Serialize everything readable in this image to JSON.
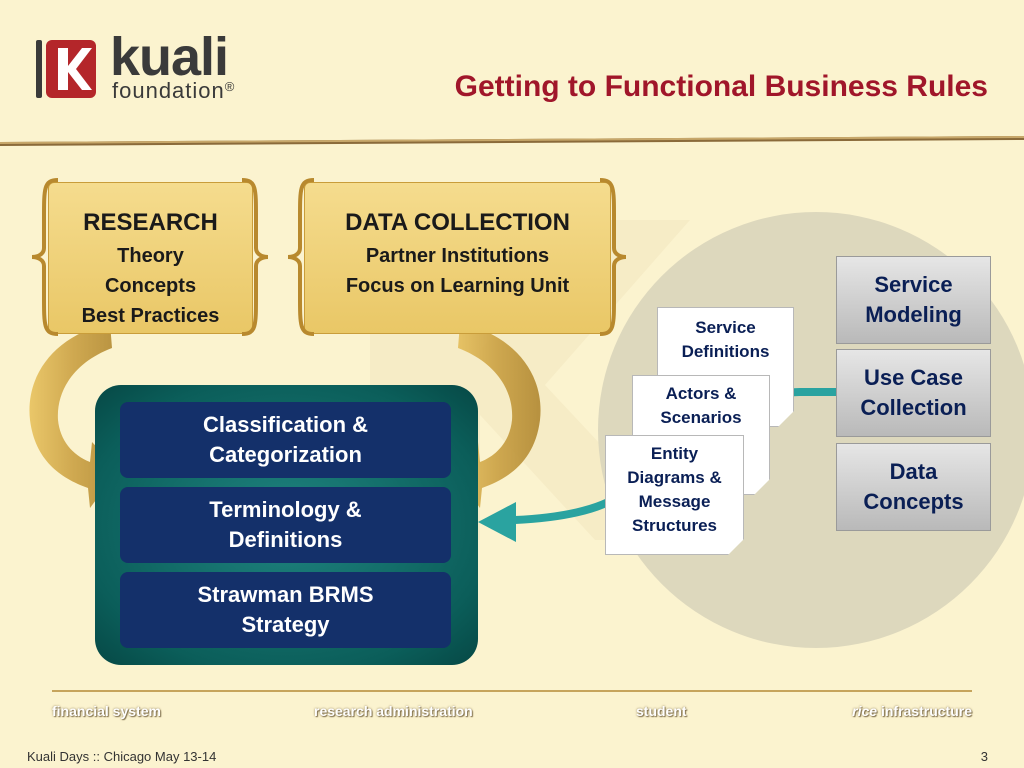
{
  "header": {
    "logo_word": "kuali",
    "logo_sub": "foundation",
    "registered": "®",
    "title": "Getting to Functional Business Rules"
  },
  "research": {
    "heading": "RESEARCH",
    "lines": [
      "Theory",
      "Concepts",
      "Best Practices"
    ]
  },
  "data_collection": {
    "heading": "DATA COLLECTION",
    "lines": [
      "Partner Institutions",
      "Focus on Learning Unit"
    ]
  },
  "process_steps": [
    {
      "label": "Classification & Categorization"
    },
    {
      "label": "Terminology & Definitions"
    },
    {
      "label": "Strawman BRMS Strategy"
    }
  ],
  "documents": [
    {
      "label": "Service Definitions"
    },
    {
      "label": "Actors & Scenarios"
    },
    {
      "label": "Entity Diagrams & Message Structures"
    }
  ],
  "sources": [
    {
      "label": "Service Modeling"
    },
    {
      "label": "Use Case Collection"
    },
    {
      "label": "Data Concepts"
    }
  ],
  "footer": {
    "sections": [
      "financial system",
      "research administration",
      "student"
    ],
    "rice_italic": "rice",
    "rice_rest": " infrastructure",
    "event": "Kuali Days :: Chicago May 13-14",
    "page_number": "3"
  },
  "colors": {
    "title_red": "#a0162a",
    "gold_fill": "#f0d47a",
    "teal": "#0b5e5a",
    "navy": "#14306a",
    "connector_teal": "#2aa3a0",
    "background": "#fbf3cf"
  }
}
